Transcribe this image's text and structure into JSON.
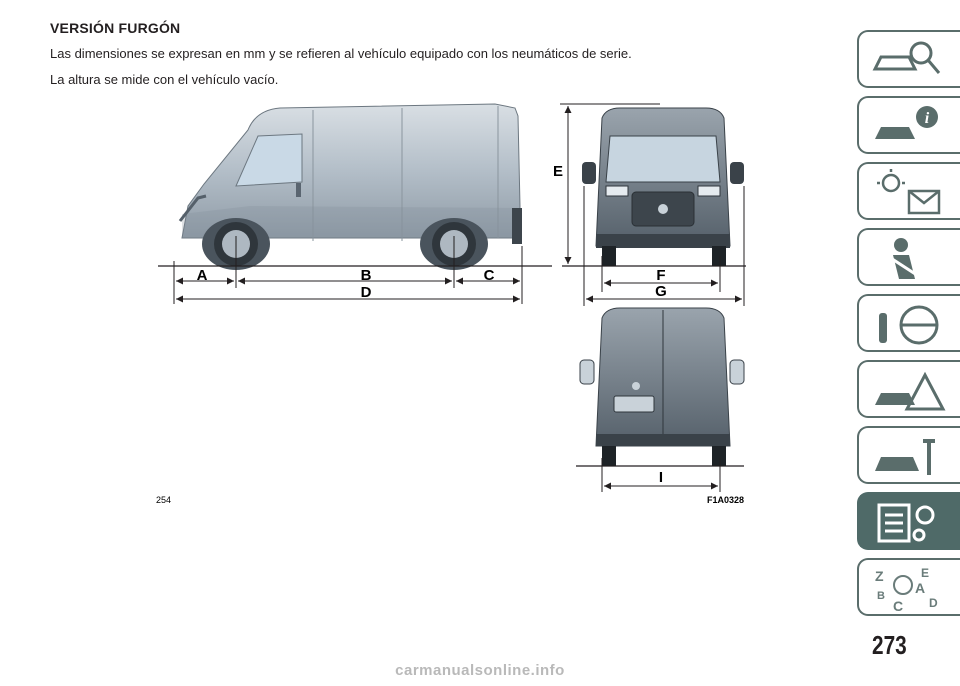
{
  "heading": "VERSIÓN FURGÓN",
  "paragraphs": [
    "Las dimensiones se expresan en mm y se refieren al vehículo equipado con los neumáticos de serie.",
    "La altura se mide con el vehículo vacío."
  ],
  "figure": {
    "dimension_labels": {
      "A": "A",
      "B": "B",
      "C": "C",
      "D": "D",
      "E": "E",
      "F": "F",
      "G": "G",
      "I": "I"
    },
    "figure_number": "254",
    "figure_code": "F1A0328",
    "colors": {
      "van_body": "#b8c2cb",
      "van_shadow": "#7f8b96",
      "lines": "#231f20"
    }
  },
  "sidebar_tabs": [
    {
      "icon": "car-search-icon"
    },
    {
      "icon": "car-info-icon"
    },
    {
      "icon": "warning-lights-icon"
    },
    {
      "icon": "airbag-safety-icon"
    },
    {
      "icon": "steering-key-icon"
    },
    {
      "icon": "car-emergency-icon"
    },
    {
      "icon": "car-maintenance-icon"
    },
    {
      "icon": "technical-specs-icon",
      "active": true
    },
    {
      "icon": "alphabetical-index-icon"
    }
  ],
  "page_number": "273",
  "watermark": "carmanualsonline.info"
}
